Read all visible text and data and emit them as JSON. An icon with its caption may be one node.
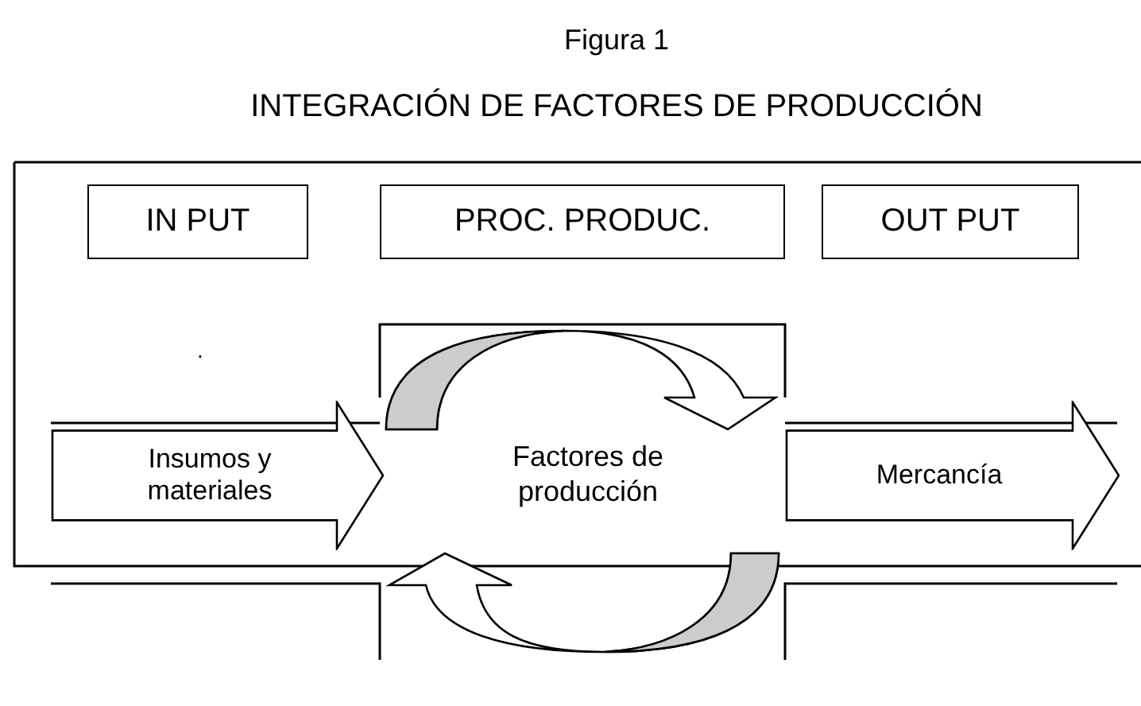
{
  "diagram": {
    "title": "INTEGRACIÓN DE FACTORES DE PRODUCCIÓN",
    "caption": "Figura 1",
    "nodes": [
      {
        "text": [
          "IN PUT"
        ]
      },
      {
        "text": [
          "PROC. PRODUC."
        ]
      },
      {
        "text": [
          "OUT PUT"
        ]
      },
      {
        "text": [
          "Insumos y materiales"
        ]
      },
      {
        "text": [
          "Factores de producción"
        ]
      },
      {
        "text": [
          "Mercancía"
        ]
      }
    ],
    "labels": [
      "."
    ]
  }
}
